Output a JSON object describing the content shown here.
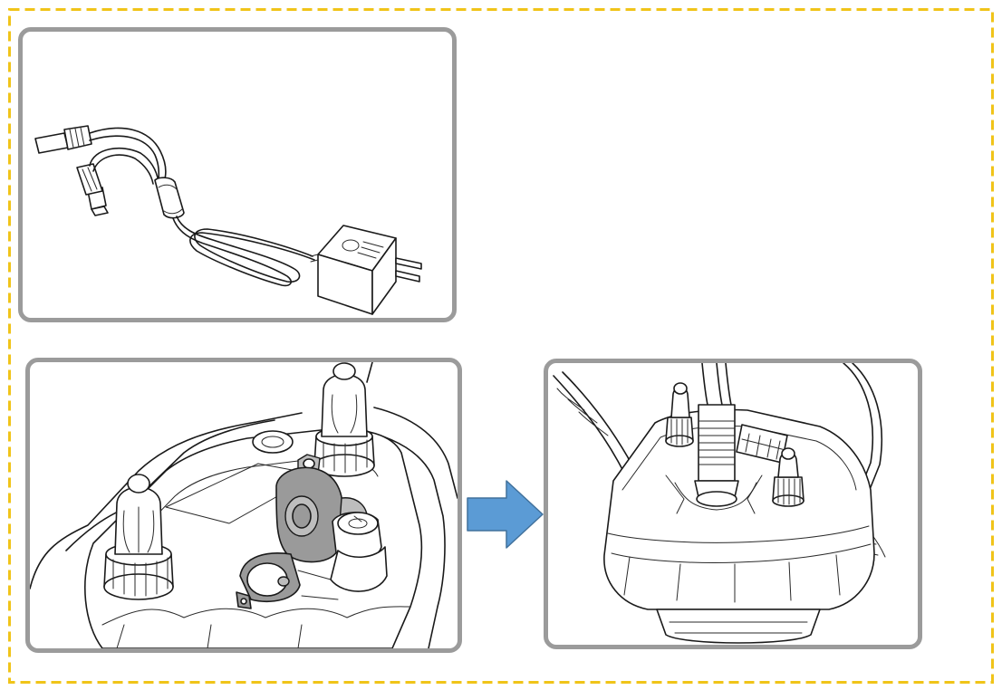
{
  "colors": {
    "frame_border": "#f0c419",
    "panel_border": "#9b9b9b",
    "arrow_fill": "#5b9bd5",
    "arrow_stroke": "#41719c"
  },
  "panels": [
    {
      "id": "adapter",
      "icon": "power-adapter-y-cable-icon"
    },
    {
      "id": "socket",
      "icon": "collar-receiver-open-charging-port-icon"
    },
    {
      "id": "plugged",
      "icon": "collar-receiver-with-plug-inserted-icon"
    }
  ],
  "arrow": {
    "icon": "right-arrow-icon",
    "direction": "right"
  }
}
